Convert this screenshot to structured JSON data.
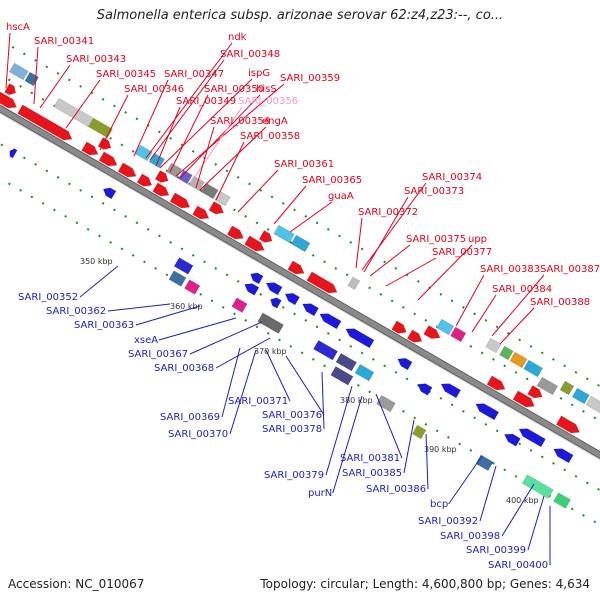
{
  "title": "Salmonella enterica subsp. arizonae serovar 62:z4,z23:--, co...",
  "footer": {
    "accession": "Accession: NC_010067",
    "info": "Topology: circular; Length: 4,600,800 bp; Genes: 4,634"
  },
  "colors": {
    "forward": "#e8141b",
    "reverse": "#1a1ad8",
    "label_top": "#e3001b",
    "label_bottom": "#1d1dbf",
    "backbone": "#8a8a8a",
    "tick": "#1f8a1f"
  },
  "kbp_marks": [
    "350 kbp",
    "360 kbp",
    "370 kbp",
    "380 kbp",
    "390 kbp",
    "400 kbp"
  ],
  "labels_top": [
    {
      "id": "hscA",
      "text": "hscA"
    },
    {
      "id": "SARI_00341",
      "text": "SARI_00341"
    },
    {
      "id": "SARI_00343",
      "text": "SARI_00343"
    },
    {
      "id": "SARI_00345",
      "text": "SARI_00345"
    },
    {
      "id": "SARI_00346",
      "text": "SARI_00346"
    },
    {
      "id": "SARI_00347",
      "text": "SARI_00347"
    },
    {
      "id": "ndk",
      "text": "ndk"
    },
    {
      "id": "SARI_00348",
      "text": "SARI_00348"
    },
    {
      "id": "ispG",
      "text": "ispG"
    },
    {
      "id": "SARI_00359",
      "text": "SARI_00359"
    },
    {
      "id": "SARI_00350",
      "text": "SARI_00350"
    },
    {
      "id": "hisS",
      "text": "hisS"
    },
    {
      "id": "SARI_00349",
      "text": "SARI_00349"
    },
    {
      "id": "SARI_00356",
      "text": "SARI_00356",
      "faint": true
    },
    {
      "id": "engA",
      "text": "engA"
    },
    {
      "id": "SARI_00354",
      "text": "SARI_00354"
    },
    {
      "id": "SARI_00358",
      "text": "SARI_00358"
    },
    {
      "id": "SARI_00361",
      "text": "SARI_00361"
    },
    {
      "id": "SARI_00365",
      "text": "SARI_00365"
    },
    {
      "id": "guaA",
      "text": "guaA"
    },
    {
      "id": "SARI_00374",
      "text": "SARI_00374"
    },
    {
      "id": "SARI_00373",
      "text": "SARI_00373"
    },
    {
      "id": "SARI_00372",
      "text": "SARI_00372"
    },
    {
      "id": "SARI_00375",
      "text": "SARI_00375"
    },
    {
      "id": "upp",
      "text": "upp"
    },
    {
      "id": "SARI_00377",
      "text": "SARI_00377"
    },
    {
      "id": "SARI_00383",
      "text": "SARI_00383"
    },
    {
      "id": "SARI_00387",
      "text": "SARI_00387"
    },
    {
      "id": "SARI_00384",
      "text": "SARI_00384"
    },
    {
      "id": "SARI_00388",
      "text": "SARI_00388"
    }
  ],
  "labels_bottom": [
    {
      "id": "SARI_00352",
      "text": "SARI_00352"
    },
    {
      "id": "SARI_00362",
      "text": "SARI_00362"
    },
    {
      "id": "SARI_00363",
      "text": "SARI_00363"
    },
    {
      "id": "xseA",
      "text": "xseA"
    },
    {
      "id": "SARI_00367",
      "text": "SARI_00367"
    },
    {
      "id": "SARI_00368",
      "text": "SARI_00368"
    },
    {
      "id": "SARI_00371",
      "text": "SARI_00371"
    },
    {
      "id": "SARI_00369",
      "text": "SARI_00369"
    },
    {
      "id": "SARI_00376",
      "text": "SARI_00376"
    },
    {
      "id": "SARI_00370",
      "text": "SARI_00370"
    },
    {
      "id": "SARI_00378",
      "text": "SARI_00378"
    },
    {
      "id": "SARI_00381",
      "text": "SARI_00381"
    },
    {
      "id": "SARI_00379",
      "text": "SARI_00379"
    },
    {
      "id": "SARI_00385",
      "text": "SARI_00385"
    },
    {
      "id": "purN",
      "text": "purN"
    },
    {
      "id": "SARI_00386",
      "text": "SARI_00386"
    },
    {
      "id": "bcp",
      "text": "bcp"
    },
    {
      "id": "SARI_00392",
      "text": "SARI_00392"
    },
    {
      "id": "SARI_00398",
      "text": "SARI_00398"
    },
    {
      "id": "SARI_00399",
      "text": "SARI_00399"
    },
    {
      "id": "SARI_00400",
      "text": "SARI_00400"
    }
  ]
}
